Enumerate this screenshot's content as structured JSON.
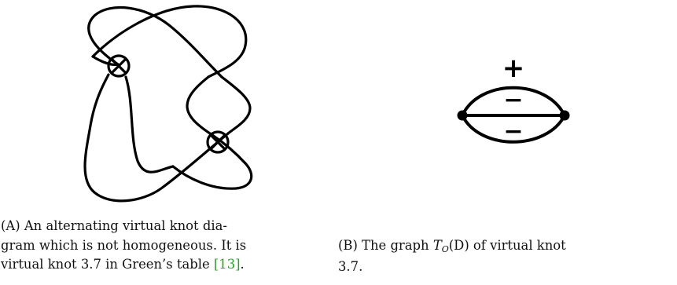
{
  "figure_a": {
    "caption_lines": [
      {
        "text": "(A) An alternating virtual knot dia-"
      },
      {
        "text": "gram which is not homogeneous. It is"
      },
      {
        "pre": "virtual knot 3.7 in Green’s table ",
        "cite": "[13]",
        "post": "."
      }
    ]
  },
  "figure_b": {
    "graph_labels": [
      "+",
      "−",
      "−"
    ],
    "caption_line1_pre": "(B) The graph ",
    "caption_T": "T",
    "caption_O": "O",
    "caption_line1_post": "(D) of virtual knot",
    "caption_line2": "3.7."
  }
}
